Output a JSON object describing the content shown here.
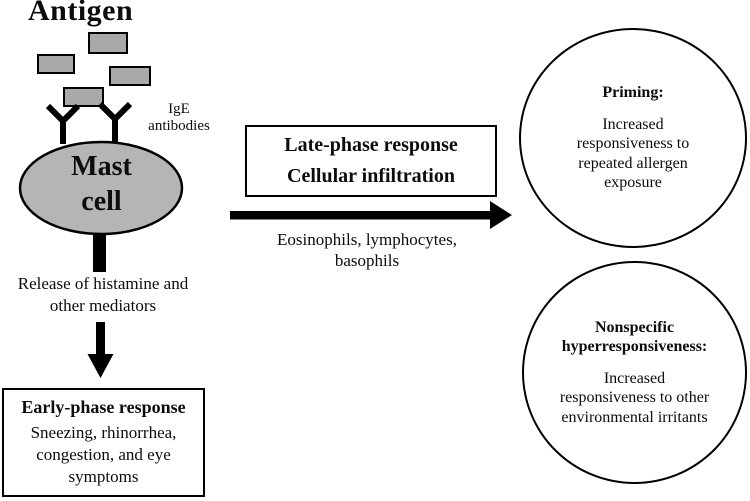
{
  "diagram": {
    "title": "Antigen",
    "ige_label": "IgE\nantibodies",
    "mast_cell_label": "Mast\ncell",
    "release_label": "Release of histamine and\nother mediators",
    "early_phase_box": {
      "heading": "Early-phase response",
      "body": "Sneezing, rhinorrhea,\ncongestion, and eye\nsymptoms"
    },
    "late_phase_box": {
      "line1": "Late-phase response",
      "line2": "Cellular infiltration"
    },
    "arrow_caption": "Eosinophils, lymphocytes,\nbasophils",
    "priming_circle": {
      "heading": "Priming:",
      "body": "Increased\nresponsiveness to\nrepeated allergen\nexposure"
    },
    "hyperresponsiveness_circle": {
      "heading": "Nonspecific\nhyperresponsiveness:",
      "body": "Increased\nresponsiveness to other\nenvironmental irritants"
    },
    "colors": {
      "particle_fill": "#a9a9a9",
      "cell_fill": "#b5b5b5",
      "line": "#000000",
      "background": "#ffffff"
    }
  }
}
